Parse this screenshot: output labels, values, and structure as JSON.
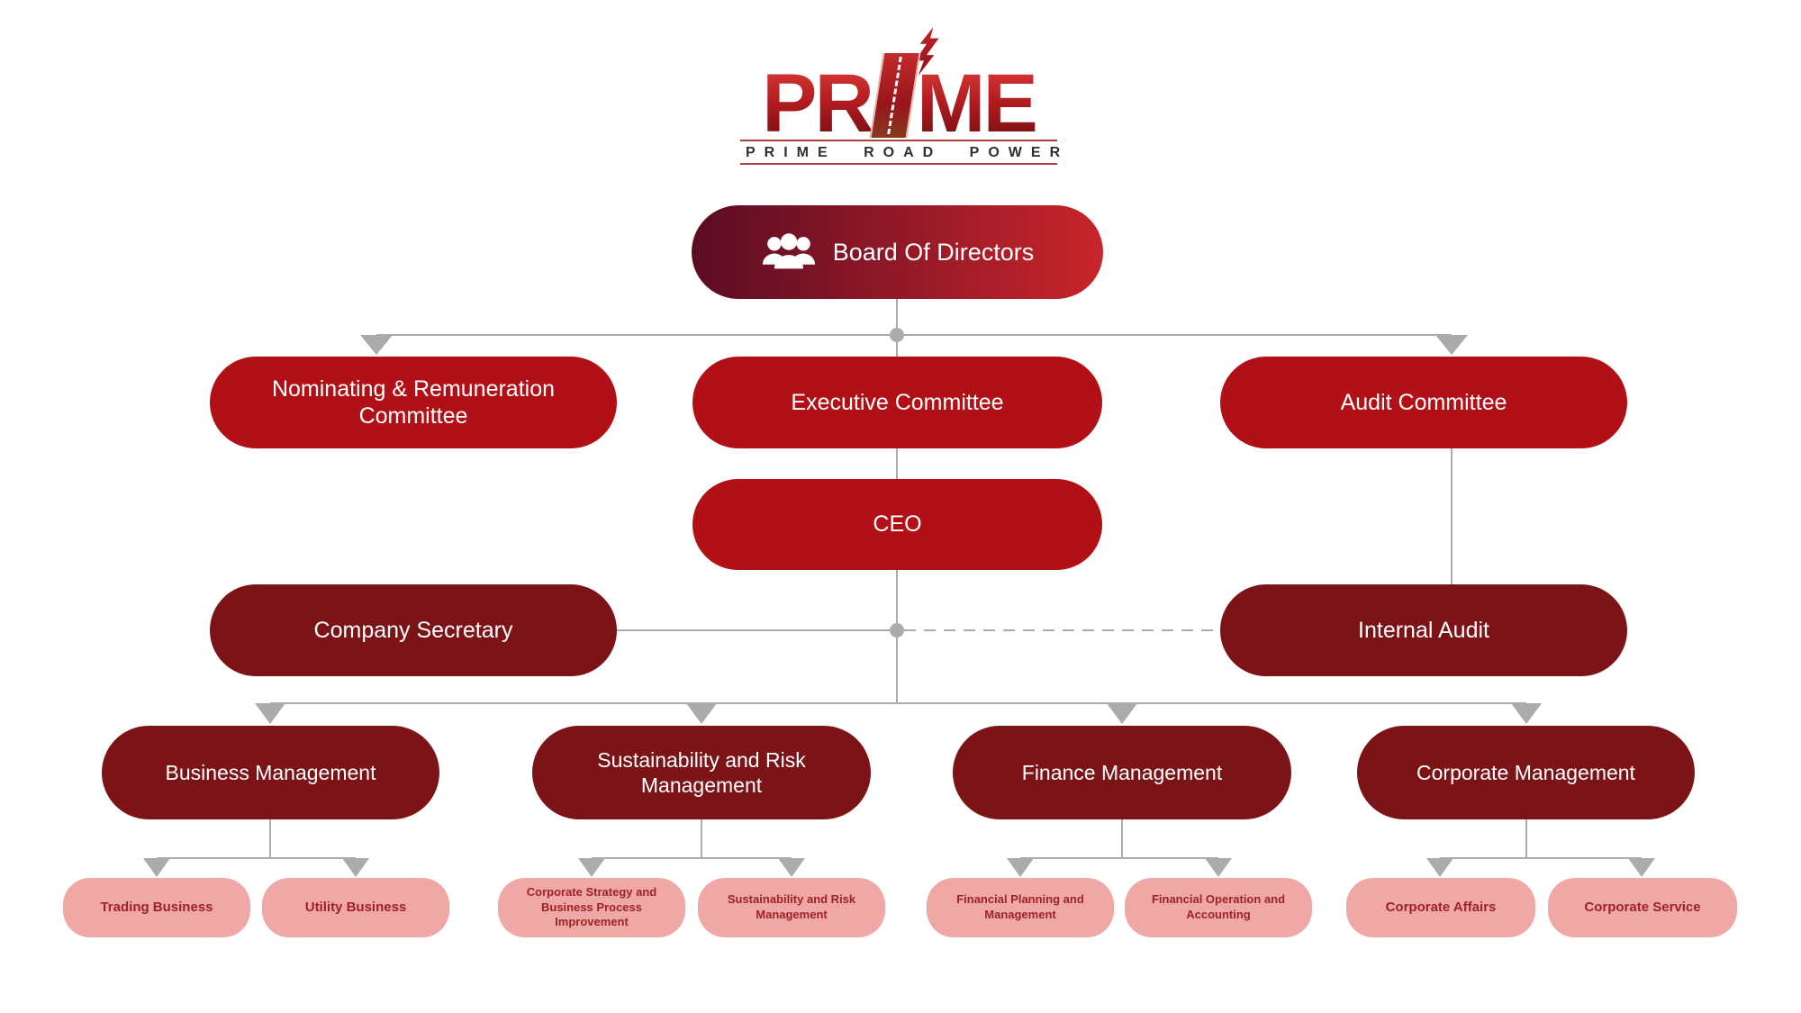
{
  "colors": {
    "bright_red": "#B11116",
    "dark_red": "#7C1417",
    "pink": "#F0A8A6",
    "pink_text": "#9E2227",
    "connector_gray": "#ABABAB",
    "board_gradient_left": "#5A0C23",
    "board_gradient_right": "#C9252B",
    "logo_red": "#C4242A",
    "logo_dark_red": "#8C1218"
  },
  "logo": {
    "brand_left": "PR",
    "brand_right": "ME",
    "tagline": "PRIME ROAD POWER"
  },
  "org": {
    "board": "Board Of Directors",
    "nominating_committee": "Nominating & Remuneration Committee",
    "executive_committee": "Executive Committee",
    "audit_committee": "Audit Committee",
    "ceo": "CEO",
    "company_secretary": "Company Secretary",
    "internal_audit": "Internal Audit",
    "business_management": "Business Management",
    "sustainability_management": "Sustainability and Risk Management",
    "finance_management": "Finance Management",
    "corporate_management": "Corporate Management",
    "trading_business": "Trading Business",
    "utility_business": "Utility Business",
    "corporate_strategy": "Corporate Strategy and Business Process Improvement",
    "sustainability_risk_unit": "Sustainability and Risk Management",
    "financial_planning": "Financial Planning and Management",
    "financial_operation": "Financial Operation and Accounting",
    "corporate_affairs": "Corporate Affairs",
    "corporate_service": "Corporate Service"
  }
}
